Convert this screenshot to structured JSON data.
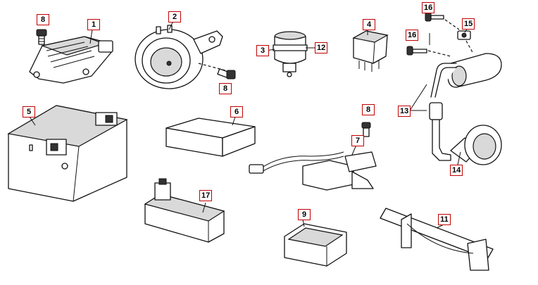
{
  "callouts": {
    "c1": "1",
    "c2": "2",
    "c3": "3",
    "c4": "4",
    "c5": "5",
    "c6": "6",
    "c7": "7",
    "c8a": "8",
    "c8b": "8",
    "c8c": "8",
    "c9": "9",
    "c11": "11",
    "c12": "12",
    "c13": "13",
    "c14": "14",
    "c15": "15",
    "c16a": "16",
    "c16b": "16",
    "c17": "17"
  },
  "colors": {
    "callout_border": "#c00000",
    "line": "#111111"
  }
}
